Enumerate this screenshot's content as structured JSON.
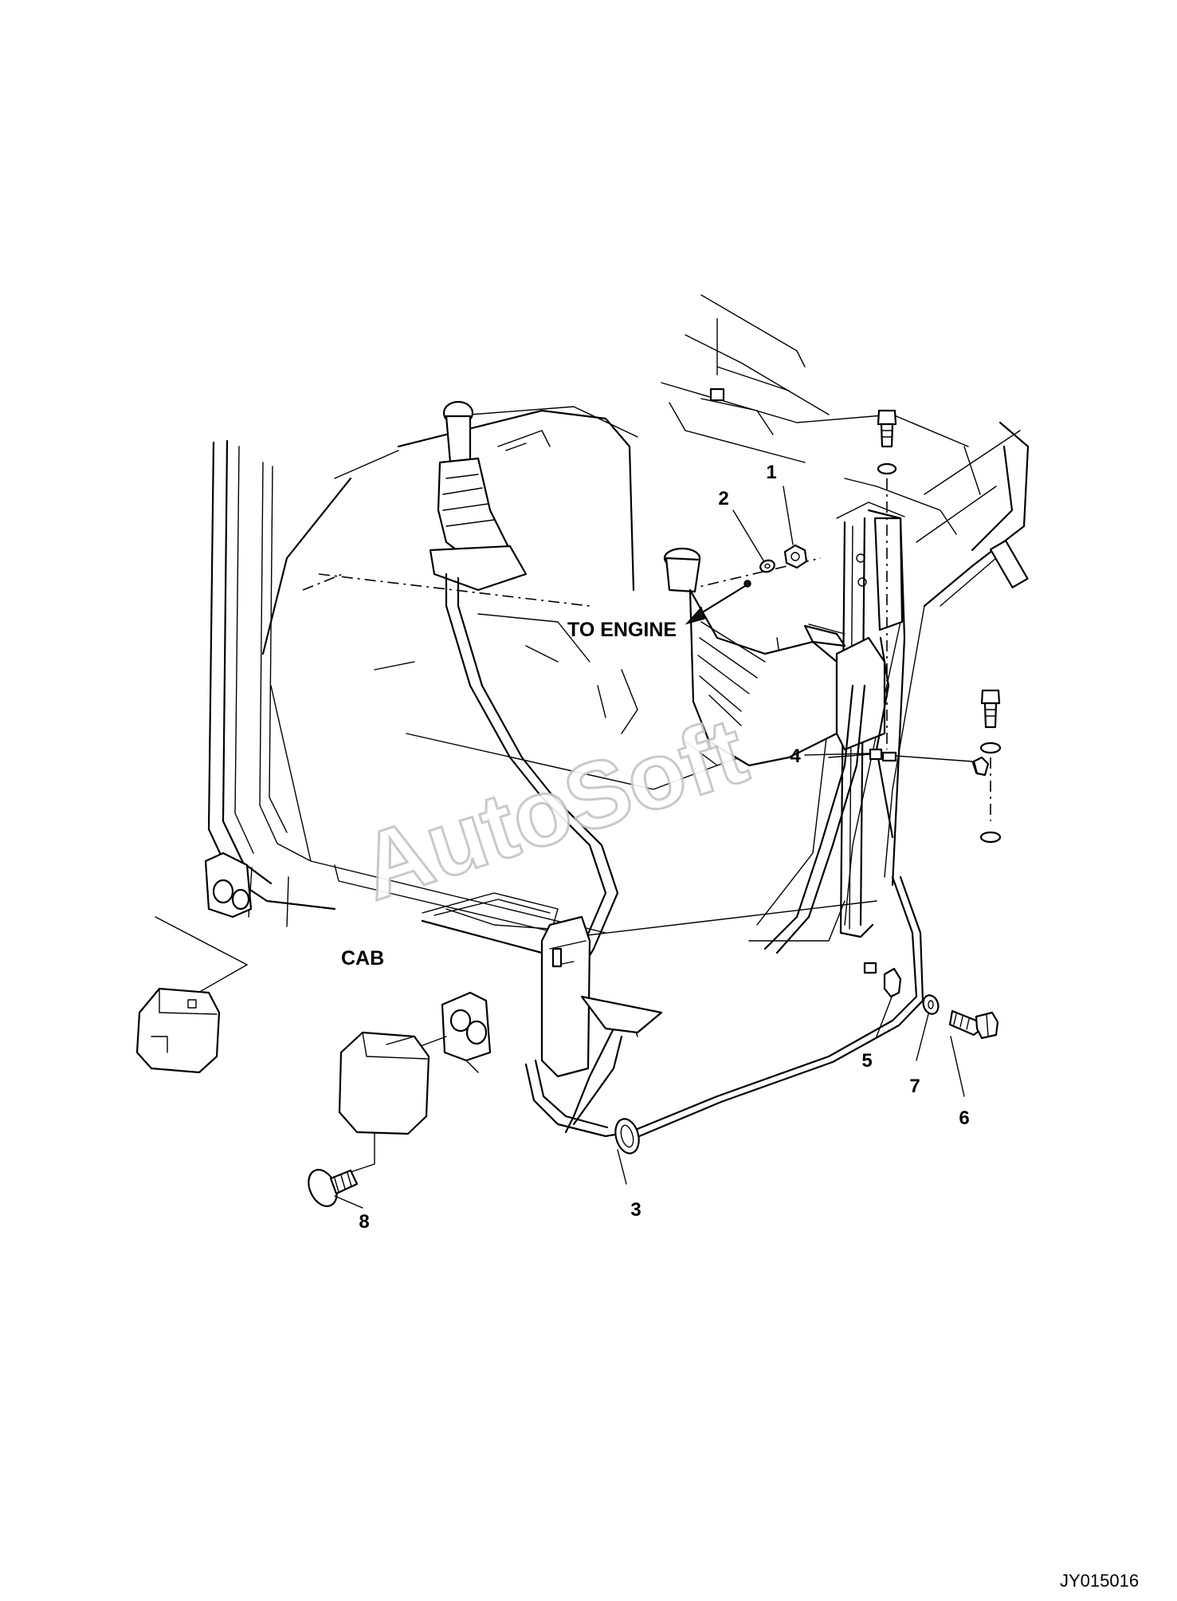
{
  "labels": {
    "to_engine": "TO ENGINE",
    "cab": "CAB"
  },
  "callouts": [
    {
      "id": "callout-1",
      "text": "1"
    },
    {
      "id": "callout-2",
      "text": "2"
    },
    {
      "id": "callout-3",
      "text": "3"
    },
    {
      "id": "callout-4",
      "text": "4"
    },
    {
      "id": "callout-5",
      "text": "5"
    },
    {
      "id": "callout-6",
      "text": "6"
    },
    {
      "id": "callout-7",
      "text": "7"
    },
    {
      "id": "callout-8",
      "text": "8"
    }
  ],
  "watermark": "AutoSoft",
  "figure_id": "JY015016"
}
